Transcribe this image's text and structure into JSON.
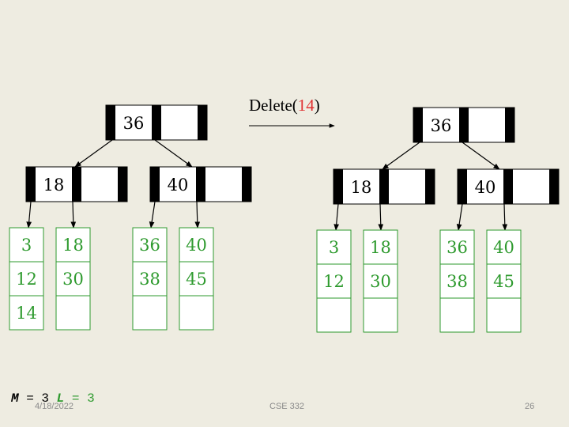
{
  "operation": {
    "label": "Delete(",
    "key": "14",
    "close": ")"
  },
  "before": {
    "root": "36",
    "internal": [
      "18",
      "40"
    ],
    "leaves": [
      [
        "3",
        "12",
        "14"
      ],
      [
        "18",
        "30",
        ""
      ],
      [
        "36",
        "38",
        ""
      ],
      [
        "40",
        "45",
        ""
      ]
    ]
  },
  "after": {
    "root": "36",
    "internal": [
      "18",
      "40"
    ],
    "leaves": [
      [
        "3",
        "12",
        ""
      ],
      [
        "18",
        "30",
        ""
      ],
      [
        "36",
        "38",
        ""
      ],
      [
        "40",
        "45",
        ""
      ]
    ]
  },
  "params": {
    "m_label": "M",
    "m_value": "3",
    "l_label": "L",
    "l_value": "3"
  },
  "footer": {
    "date": "4/18/2022",
    "course": "CSE 332",
    "page": "26"
  },
  "colors": {
    "background": "#eeece1",
    "leaf": "#2e9a2e",
    "highlight": "#e03030",
    "node_border": "#000000"
  }
}
